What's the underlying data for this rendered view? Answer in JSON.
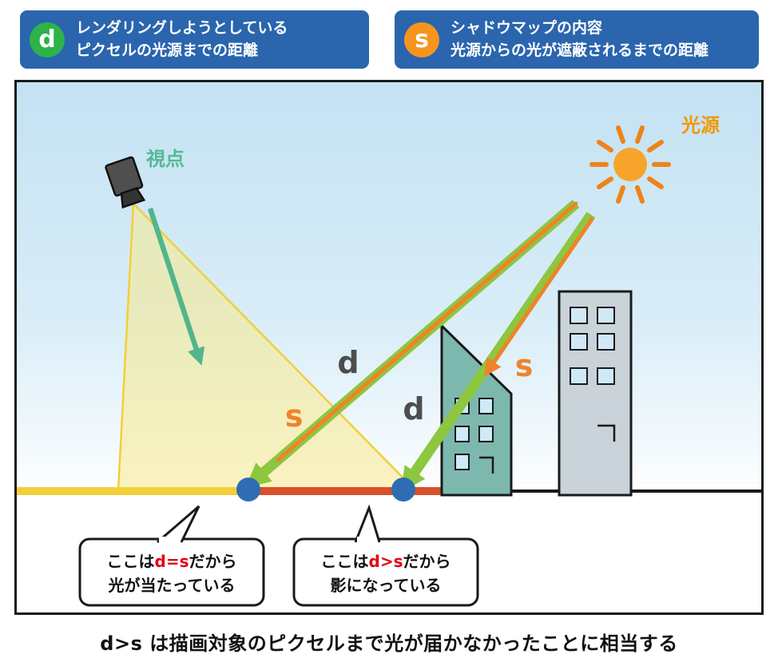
{
  "header": {
    "d_box": {
      "badge": "d",
      "line1": "レンダリングしようとしている",
      "line2": "ピクセルの光源までの距離"
    },
    "s_box": {
      "badge": "s",
      "line1": "シャドウマップの内容",
      "line2": "光源からの光が遮蔽されるまでの距離"
    }
  },
  "diagram": {
    "light_source_label": "光源",
    "viewpoint_label": "視点",
    "labels": {
      "d1": "d",
      "s1": "s",
      "d2": "d",
      "s2": "s"
    },
    "bubble1": {
      "prefix": "ここは",
      "formula": "d=s",
      "suffix": "だから",
      "line2": "光が当たっている"
    },
    "bubble2": {
      "prefix": "ここは",
      "formula": "d>s",
      "suffix": "だから",
      "line2": "影になっている"
    }
  },
  "caption": "d>s は描画対象のピクセルまで光が届かなかったことに相当する",
  "colors": {
    "header_bg": "#2a65ae",
    "d_badge": "#2eb24a",
    "s_badge": "#f7941e",
    "sun_body": "#f7a42c",
    "sun_ray": "#ef8318",
    "light_label": "#f39800",
    "viewpoint_label": "#57b893",
    "green_arrow": "#8dc63f",
    "orange_arrow": "#f0832a",
    "view_arrow": "#52b58c",
    "frustum_fill": "rgba(248,233,140,0.55)",
    "frustum_edge": "#f2cf38",
    "ground_yellow": "#f2cf38",
    "ground_red": "#d8502a",
    "ground_dark": "#1a1a1a",
    "dot_blue": "#2e6db4",
    "building_teal": "#7db8ae",
    "building_gray": "#c9d3d9",
    "window_blue": "#cfe9f7",
    "d_label": "#4d4d4d",
    "formula_red": "#e60012"
  }
}
